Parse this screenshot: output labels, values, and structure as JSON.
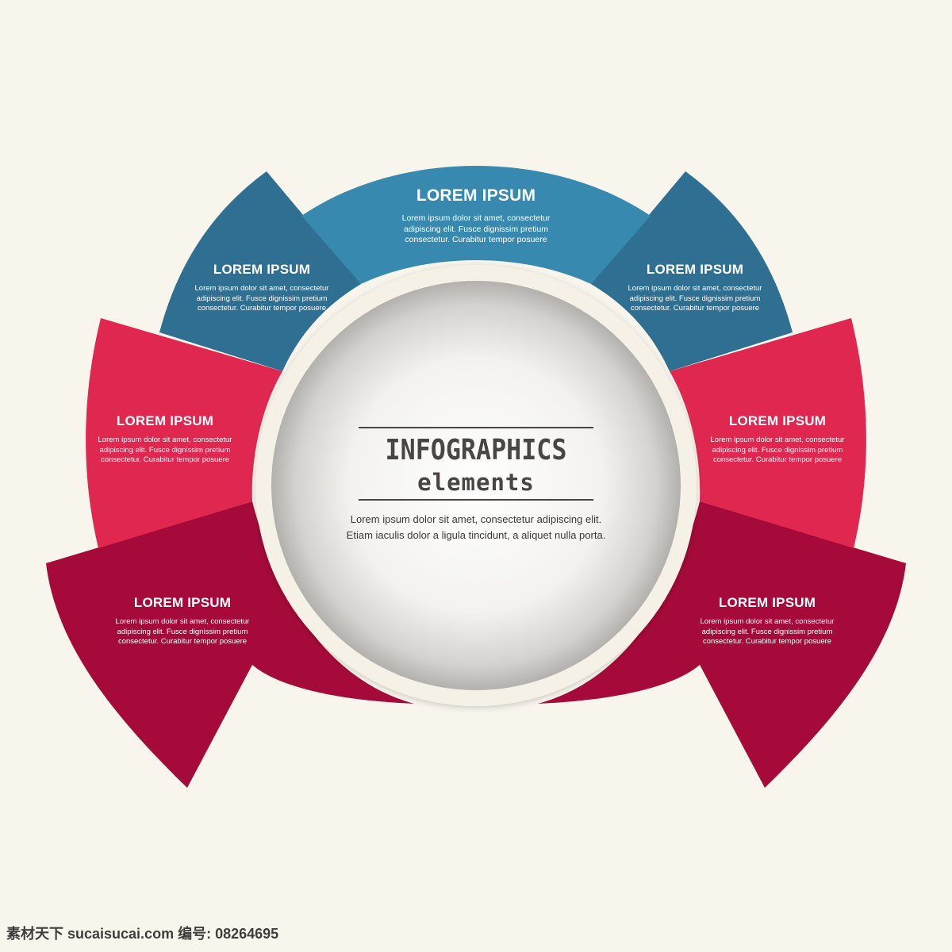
{
  "colors": {
    "background": "#f8f5ec",
    "blue_top": "#3789b0",
    "blue_side": "#2e6f92",
    "pink": "#e0274f",
    "crimson": "#a50a3a",
    "ring": "#f5f1e6",
    "sphere_center": "#ffffff",
    "sphere_edge": "#b9b7b3",
    "title_text": "#4a4543"
  },
  "center": {
    "title": "INFOGRAPHICS",
    "subtitle": "elements",
    "body": "Lorem ipsum dolor sit amet, consectetur adipiscing elit.\nEtiam iaculis dolor a ligula tincidunt, a aliquet nulla porta."
  },
  "segments": {
    "top": {
      "title": "LOREM IPSUM",
      "body": "Lorem ipsum dolor sit amet, consectetur\nadipiscing elit. Fusce dignissim pretium\nconsectetur. Curabitur tempor posuere"
    },
    "upper_left": {
      "title": "LOREM IPSUM",
      "body": "Lorem ipsum dolor sit amet, consectetur\nadipiscing elit. Fusce dignissim pretium\nconsectetur. Curabitur tempor posuere"
    },
    "upper_right": {
      "title": "LOREM IPSUM",
      "body": "Lorem ipsum dolor sit amet, consectetur\nadipiscing elit. Fusce dignissim pretium\nconsectetur. Curabitur tempor posuere"
    },
    "middle_left": {
      "title": "LOREM IPSUM",
      "body": "Lorem ipsum dolor sit amet, consectetur\nadipiscing elit. Fusce dignissim pretium\nconsectetur. Curabitur tempor posuere"
    },
    "middle_right": {
      "title": "LOREM IPSUM",
      "body": "Lorem ipsum dolor sit amet, consectetur\nadipiscing elit. Fusce dignissim pretium\nconsectetur. Curabitur tempor posuere"
    },
    "lower_left": {
      "title": "LOREM IPSUM",
      "body": "Lorem ipsum dolor sit amet, consectetur\nadipiscing elit. Fusce dignissim pretium\nconsectetur. Curabitur tempor posuere"
    },
    "lower_right": {
      "title": "LOREM IPSUM",
      "body": "Lorem ipsum dolor sit amet, consectetur\nadipiscing elit. Fusce dignissim pretium\nconsectetur. Curabitur tempor posuere"
    }
  },
  "watermark": {
    "text": "素材天下 sucaisucai.com  编号: 08264695"
  }
}
